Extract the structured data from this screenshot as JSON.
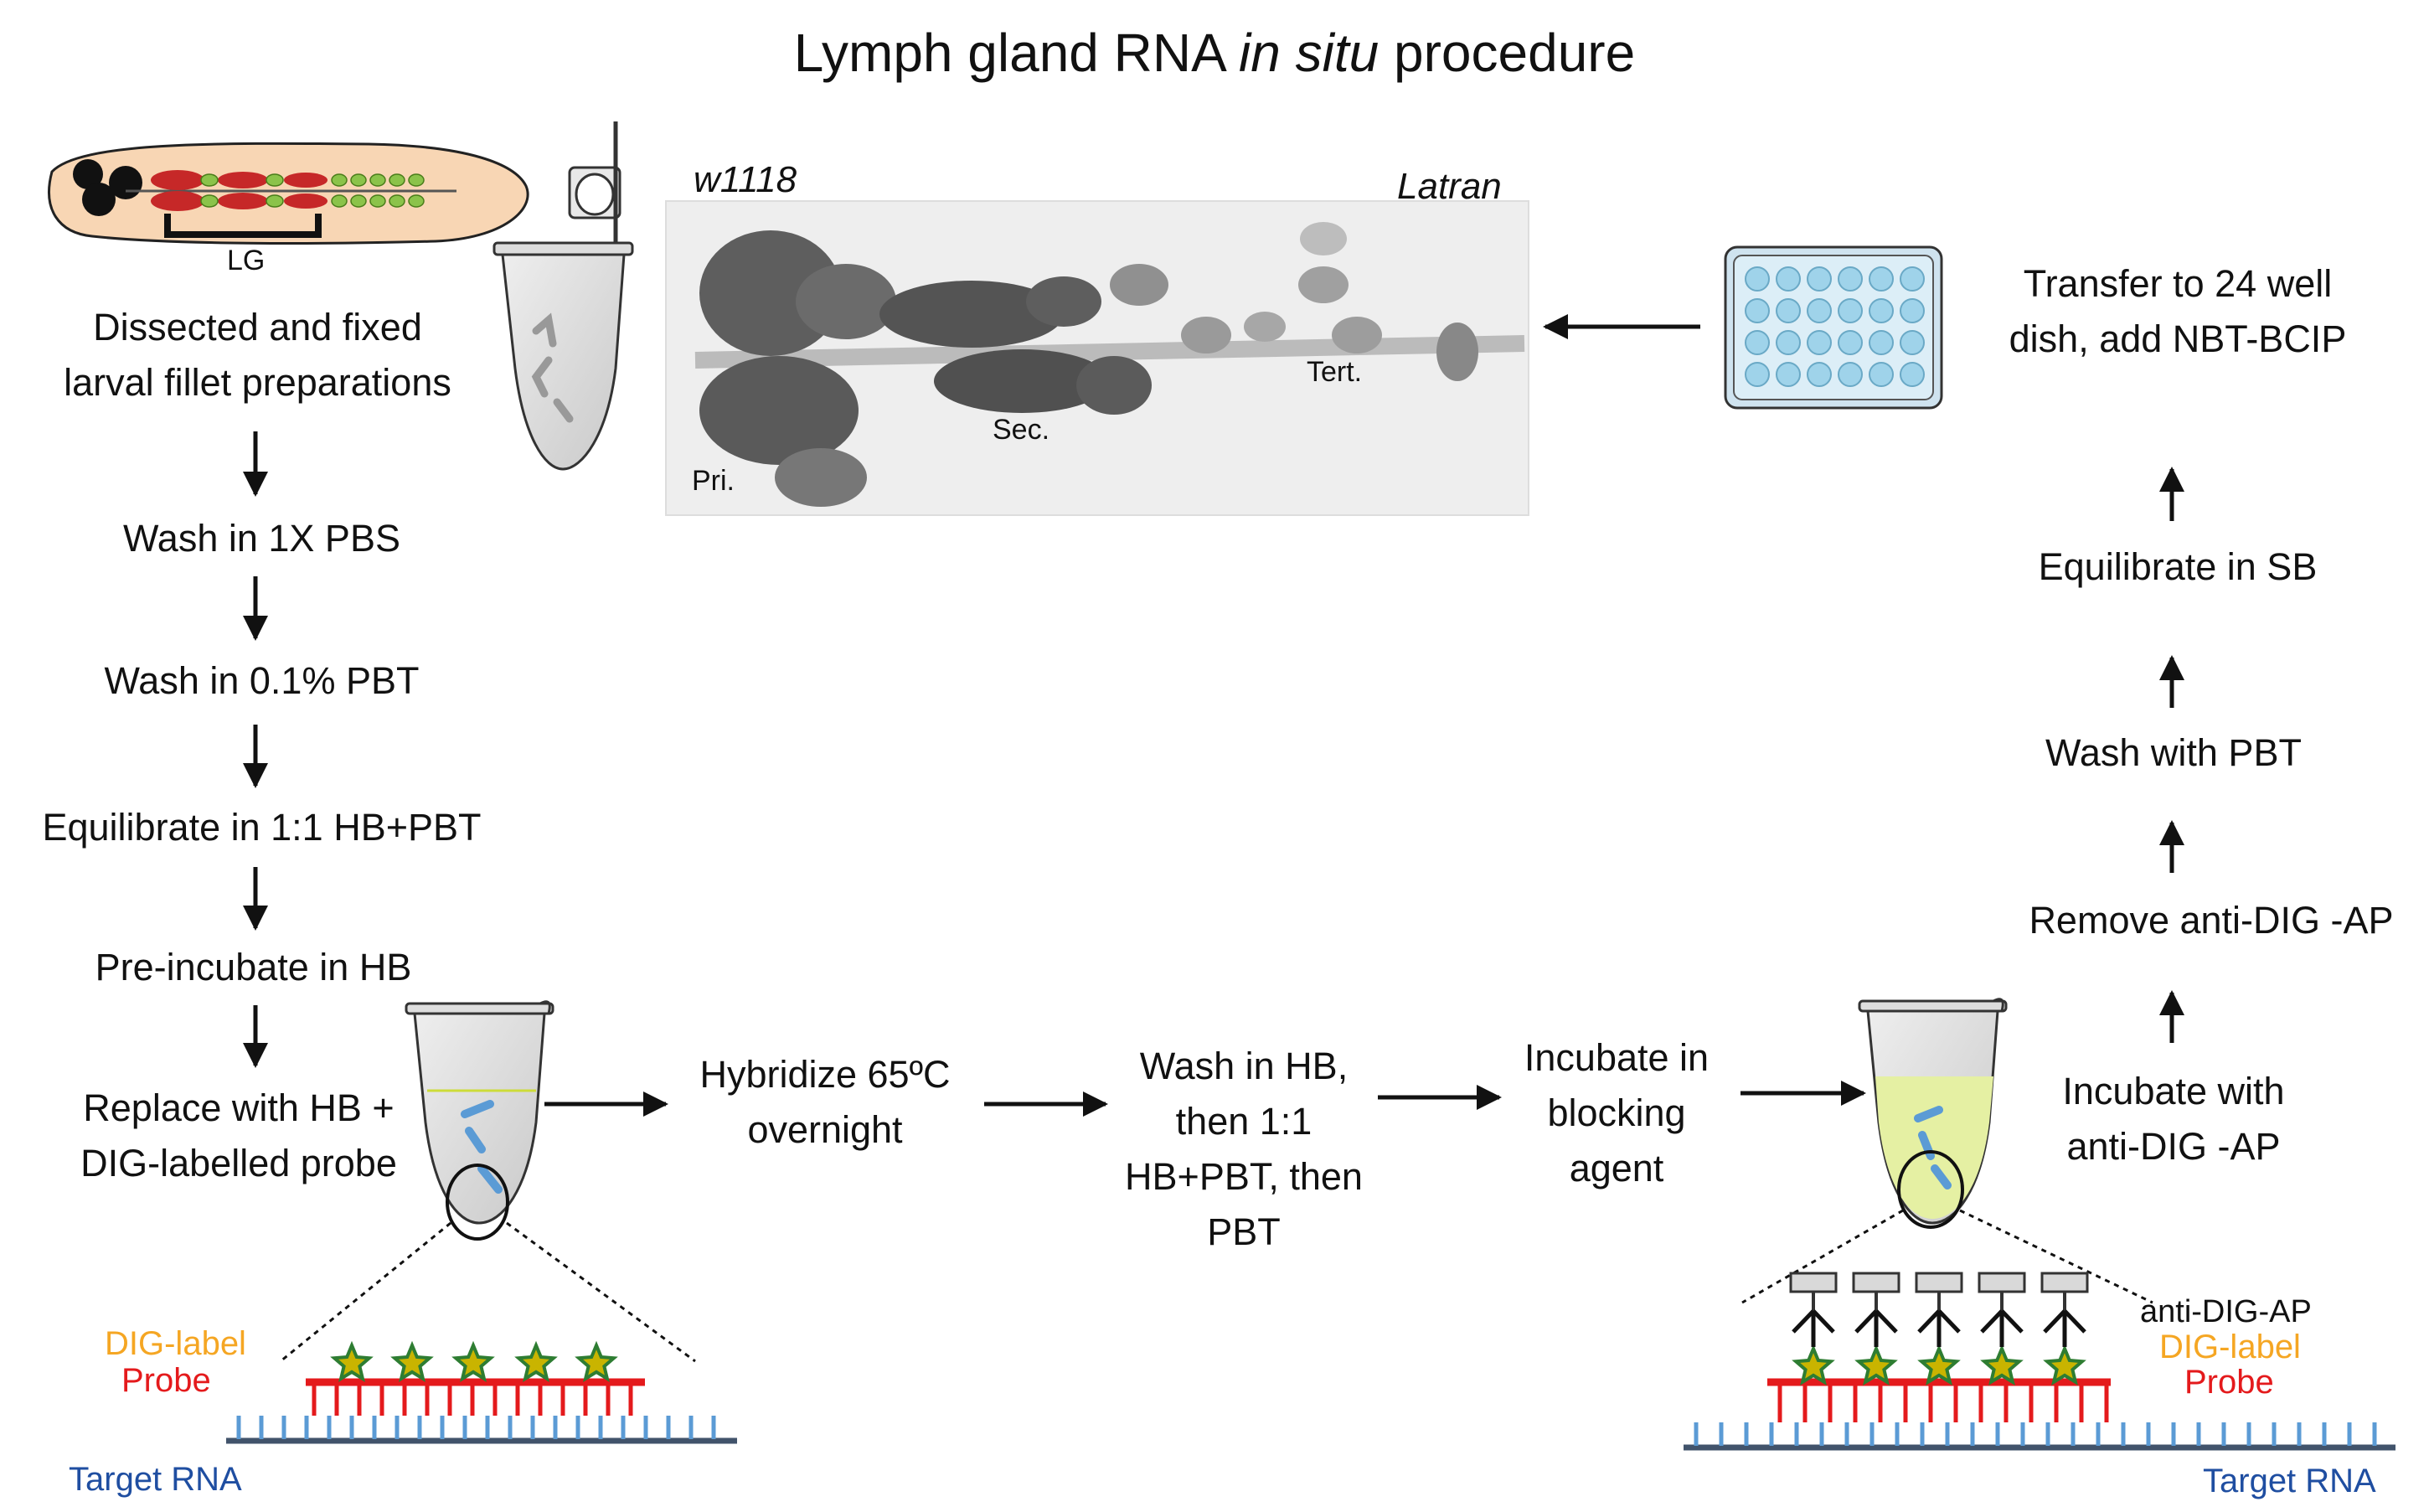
{
  "title": {
    "prefix": "Lymph gland RNA ",
    "italic": "in situ",
    "suffix": " procedure"
  },
  "larva_label": "LG",
  "micro": {
    "left_genotype": "w1118",
    "right_genotype": "Latran",
    "pri": "Pri.",
    "sec": "Sec.",
    "tert": "Tert."
  },
  "steps_left": [
    {
      "line1": "Dissected and fixed",
      "line2": "larval fillet preparations"
    },
    {
      "line1": "Wash in 1X PBS"
    },
    {
      "line1": "Wash in 0.1%  PBT"
    },
    {
      "line1": "Equilibrate in 1:1 HB+PBT"
    },
    {
      "line1": "Pre-incubate in HB"
    },
    {
      "line1": "Replace with HB +",
      "line2": "DIG-labelled probe"
    }
  ],
  "steps_bottom": [
    {
      "line1": "Hybridize 65ºC",
      "line2": "overnight"
    },
    {
      "line1": "Wash in HB,",
      "line2": "then 1:1",
      "line3": "HB+PBT, then",
      "line4": "PBT"
    },
    {
      "line1": "Incubate in",
      "line2": "blocking",
      "line3": "agent"
    }
  ],
  "steps_right": [
    {
      "line1": "Incubate with",
      "line2": "anti-DIG -AP"
    },
    {
      "line1": "Remove anti-DIG -AP"
    },
    {
      "line1": "Wash with PBT"
    },
    {
      "line1": "Equilibrate in SB"
    },
    {
      "line1": "Transfer to 24 well",
      "line2": "dish, add NBT-BCIP"
    }
  ],
  "labels": {
    "dig_label": "DIG-label",
    "probe": "Probe",
    "target_rna": "Target RNA",
    "anti_dig_ap": "anti-DIG-AP"
  },
  "colors": {
    "dig_label": "#f5a623",
    "probe": "#e41a1c",
    "target_rna": "#1f4ea1",
    "probe_line": "#e41a1c",
    "rna_line": "#5b9bd5"
  }
}
